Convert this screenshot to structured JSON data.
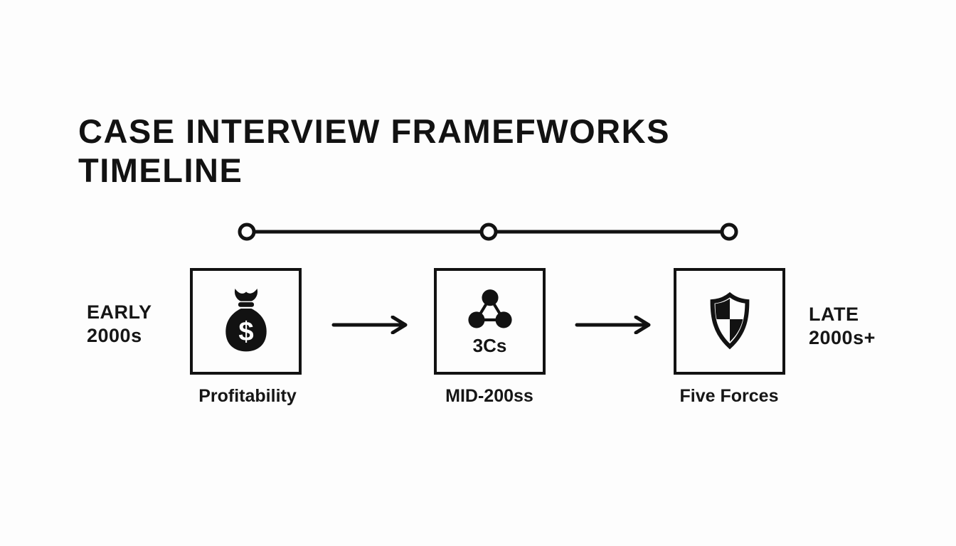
{
  "colors": {
    "background": "#fdfdfd",
    "ink": "#121212"
  },
  "title": {
    "line1": "CASE INTERVIEW FRAMEFWORKS",
    "line2": "TIMELINE"
  },
  "era_labels": {
    "start": {
      "line1": "EARLY",
      "line2": "2000s"
    },
    "end": {
      "line1": "LATE",
      "line2": "2000s+"
    }
  },
  "stages": [
    {
      "icon": "money-bag-icon",
      "icon_symbol": "$",
      "badge": "",
      "caption": "Profitability"
    },
    {
      "icon": "three-circles-icon",
      "icon_symbol": "",
      "badge": "3Cs",
      "caption": "MID-200ss"
    },
    {
      "icon": "shield-icon",
      "icon_symbol": "",
      "badge": "",
      "caption": "Five Forces"
    }
  ],
  "timeline": {
    "node_count": 3,
    "direction": "left-to-right"
  }
}
